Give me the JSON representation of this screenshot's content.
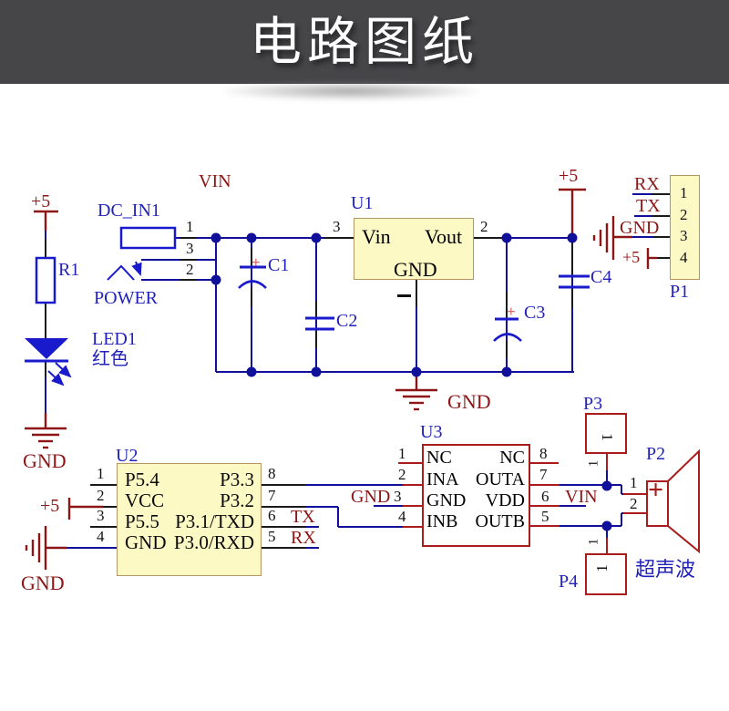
{
  "colors": {
    "wire": "#10109b",
    "pin_black": "#1a1a1a",
    "power_red": "#8e1515",
    "component_red": "#aa1b1b",
    "component_blue": "#1a1acd",
    "label_blue": "#2222bb",
    "ic_fill": "#fdf9c5",
    "ic_border": "#b49664",
    "accent_plus": "#e06666",
    "banner_bg": "#464649",
    "banner_text": "#ffffff"
  },
  "header": {
    "title": "电路图纸"
  },
  "power_nets": {
    "vin": "VIN"
  },
  "left_branch": {
    "plus5": "+5",
    "resistor": "R1",
    "led": "LED1",
    "led_color_note": "红色",
    "gnd_label": "GND"
  },
  "dc_input": {
    "name": "DC_IN1",
    "switch_label": "POWER",
    "pins": [
      "1",
      "3",
      "2"
    ]
  },
  "u1": {
    "ref": "U1",
    "pin_left_num": "3",
    "pin_right_num": "2",
    "pins": {
      "in": "Vin",
      "out": "Vout",
      "gnd": "GND"
    }
  },
  "caps": {
    "plus": "+",
    "c1": "C1",
    "c2": "C2",
    "c3": "C3",
    "c4": "C4"
  },
  "top_right": {
    "plus5": "+5"
  },
  "bus_gnd": "GND",
  "p1": {
    "ref": "P1",
    "pin_numbers": [
      "1",
      "2",
      "3",
      "4"
    ],
    "net_rx": "RX",
    "net_tx": "TX",
    "net_gnd": "GND",
    "net_plus5": "+5"
  },
  "u2": {
    "ref": "U2",
    "left_pin_numbers": [
      "1",
      "2",
      "3",
      "4"
    ],
    "right_pin_numbers": [
      "8",
      "7",
      "6",
      "5"
    ],
    "left_pins": [
      "P5.4",
      "VCC",
      "P5.5",
      "GND"
    ],
    "right_pins": [
      "P3.3",
      "P3.2",
      "P3.1/TXD",
      "P3.0/RXD"
    ],
    "plus5": "+5",
    "gnd": "GND",
    "net_tx": "TX",
    "net_rx": "RX"
  },
  "u3": {
    "ref": "U3",
    "left_pin_numbers": [
      "1",
      "2",
      "3",
      "4"
    ],
    "right_pin_numbers": [
      "8",
      "7",
      "6",
      "5"
    ],
    "left_pins": [
      "NC",
      "INA",
      "GND",
      "INB"
    ],
    "right_pins": [
      "NC",
      "OUTA",
      "VDD",
      "OUTB"
    ],
    "net_gnd": "GND",
    "net_vin": "VIN"
  },
  "p2": {
    "ref": "P2",
    "pin_numbers": [
      "1",
      "2"
    ],
    "plus": "+",
    "label": "超声波"
  },
  "p3": {
    "ref": "P3",
    "pin": "1"
  },
  "p4": {
    "ref": "P4",
    "pin": "1"
  }
}
